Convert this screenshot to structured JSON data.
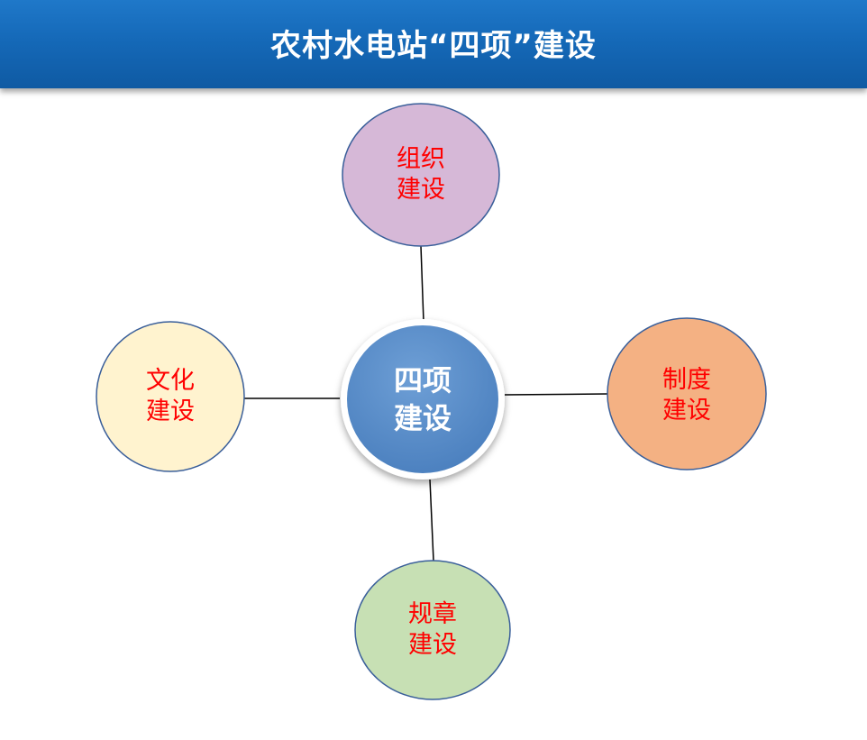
{
  "header": {
    "title": "农村水电站“四项”建设"
  },
  "diagram": {
    "center": {
      "line1": "四项",
      "line2": "建设"
    },
    "nodes": {
      "top": {
        "line1": "组织",
        "line2": "建设"
      },
      "left": {
        "line1": "文化",
        "line2": "建设"
      },
      "right": {
        "line1": "制度",
        "line2": "建设"
      },
      "bottom": {
        "line1": "规章",
        "line2": "建设"
      }
    }
  },
  "colors": {
    "header_blue": "#1569b8",
    "center_fill": "#5b8fc9",
    "top_fill": "#d6b8d7",
    "left_fill": "#fff3cf",
    "right_fill": "#f4b183",
    "bottom_fill": "#c7e0b4",
    "node_stroke": "#3a5f9a",
    "label_red": "#ff0000"
  }
}
